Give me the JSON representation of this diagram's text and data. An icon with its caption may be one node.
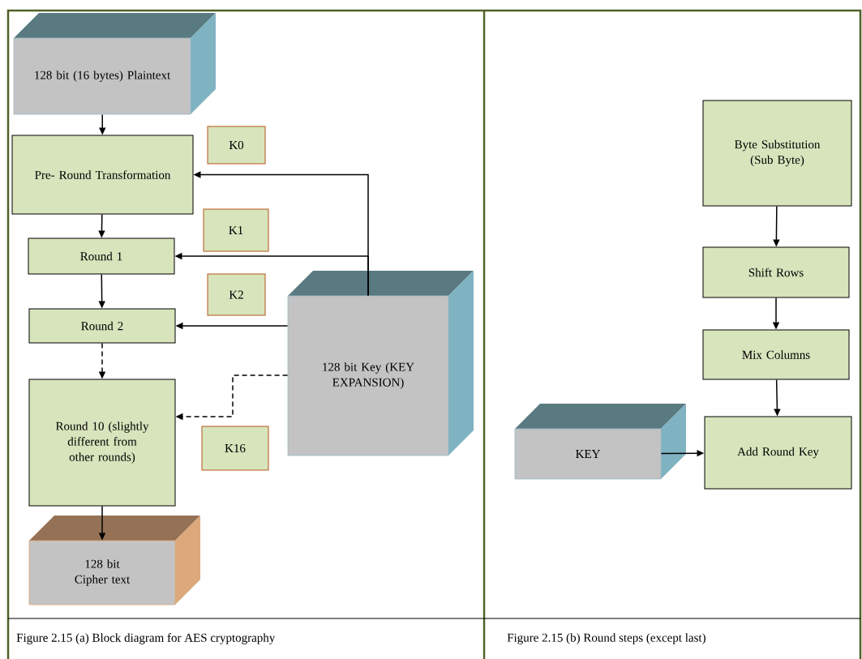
{
  "diagram": {
    "nodes": [
      {
        "text": [
          "128 bit (16 bytes) Plaintext"
        ]
      },
      {
        "text": [
          "Pre- Round Transformation"
        ]
      },
      {
        "text": [
          "Round 1"
        ]
      },
      {
        "text": [
          "Round 2"
        ]
      },
      {
        "text": [
          "Round 10 (slightly different from other rounds)"
        ]
      },
      {
        "text": [
          "128 bit Cipher text"
        ]
      },
      {
        "text": [
          "128 bit Key (KEY EXPANSION)"
        ]
      },
      {
        "text": [
          "K0"
        ]
      },
      {
        "text": [
          "K1"
        ]
      },
      {
        "text": [
          "K2"
        ]
      },
      {
        "text": [
          "K16"
        ]
      },
      {
        "text": [
          "Byte Substitution (Sub Byte)"
        ]
      },
      {
        "text": [
          "Shift Rows"
        ]
      },
      {
        "text": [
          "Mix Columns"
        ]
      },
      {
        "text": [
          "Add Round Key"
        ]
      },
      {
        "text": [
          "KEY"
        ]
      }
    ],
    "edges": [
      {
        "from": 0,
        "to": 1,
        "arrow": "to"
      },
      {
        "from": 1,
        "to": 2,
        "arrow": "to"
      },
      {
        "from": 2,
        "to": 3,
        "arrow": "to"
      },
      {
        "from": 3,
        "to": 4,
        "arrow": "to",
        "style": "dashed"
      },
      {
        "from": 4,
        "to": 5,
        "arrow": "to"
      },
      {
        "from": 6,
        "to": 1,
        "arrow": "to"
      },
      {
        "from": 6,
        "to": 2,
        "arrow": "to"
      },
      {
        "from": 6,
        "to": 3,
        "arrow": "to"
      },
      {
        "from": 6,
        "to": 4,
        "arrow": "to",
        "style": "dashed"
      },
      {
        "from": 11,
        "to": 12,
        "arrow": "to"
      },
      {
        "from": 12,
        "to": 13,
        "arrow": "to"
      },
      {
        "from": 13,
        "to": 14,
        "arrow": "to"
      },
      {
        "from": 15,
        "to": 14,
        "arrow": "to"
      }
    ],
    "labels": [
      "Figure 2.15 (a) Block diagram for AES cryptography",
      "Figure 2.15 (b) Round steps  (except last)"
    ]
  }
}
